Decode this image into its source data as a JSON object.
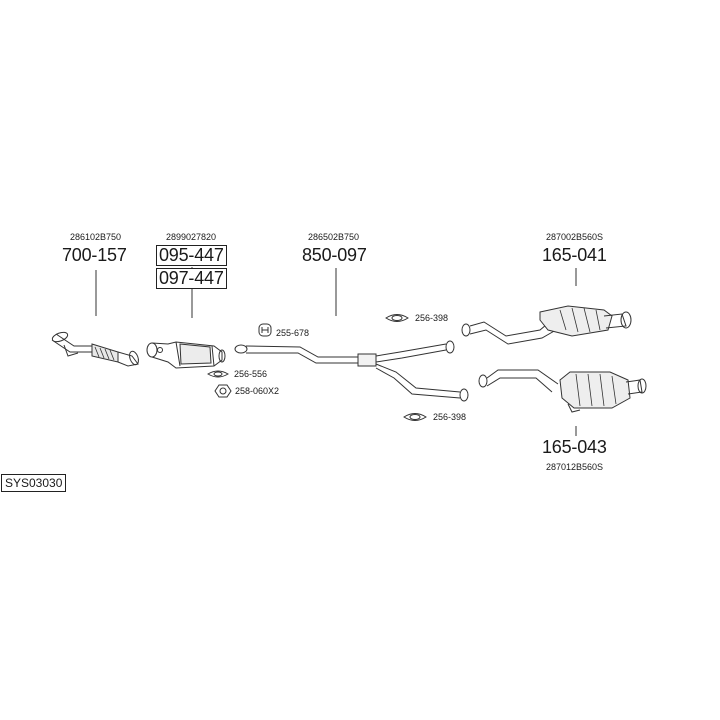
{
  "system_code": "SYS03030",
  "groups": [
    {
      "oem": "286102B750",
      "parts": [
        "700-157"
      ]
    },
    {
      "oem": "2899027820",
      "parts": [
        "095-447",
        "097-447"
      ]
    },
    {
      "oem": "286502B750",
      "parts": [
        "850-097"
      ]
    },
    {
      "oem": "287002B560S",
      "parts": [
        "165-041"
      ]
    },
    {
      "oem": "287012B560S",
      "parts": [
        "165-043"
      ]
    }
  ],
  "fittings": [
    {
      "code": "255-678",
      "kind": "hanger"
    },
    {
      "code": "256-556",
      "kind": "gasket"
    },
    {
      "code": "258-060X2",
      "kind": "nut"
    },
    {
      "code": "256-398",
      "kind": "gasket"
    },
    {
      "code": "256-398",
      "kind": "gasket"
    }
  ]
}
